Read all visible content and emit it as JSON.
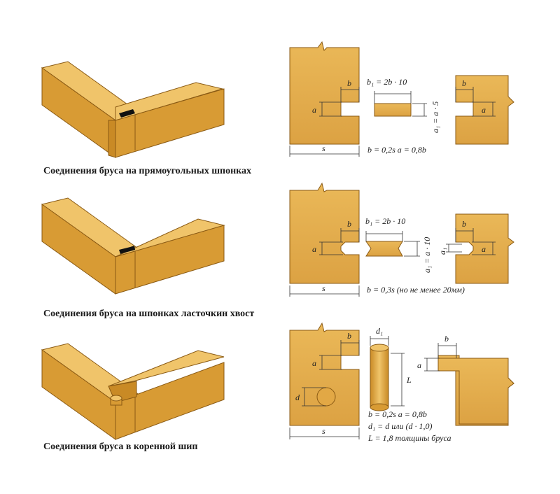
{
  "sections": [
    {
      "caption": "Соединения бруса на прямоугольных шпонках",
      "key_label": "b₁ = 2b · 10",
      "key_side_label": "a₁ = a · 5",
      "formula": "b = 0,2s  a = 0,8b"
    },
    {
      "caption": "Соединения бруса на шпонках ласточкин хвост",
      "key_label": "b₁ = 2b · 10",
      "key_side_label": "a₁ = a · 10",
      "formula": "b = 0,3s (но не менее 20мм)"
    },
    {
      "caption": "Соединения бруса в коренной шип",
      "pin_top_label": "d₁",
      "pin_side_label": "L",
      "formula_lines": [
        "b = 0,2s  a = 0,8b",
        "d₁ = d или (d · 1,0)",
        "L = 1,8 толщины бруса"
      ]
    }
  ],
  "labels": {
    "a": "a",
    "b": "b",
    "s": "s",
    "d": "d",
    "a1": "a₁"
  },
  "colors": {
    "wood_light": "#f0c46a",
    "wood_mid": "#e2a845",
    "wood_dark": "#c98a25",
    "outline": "#8a5a14"
  }
}
